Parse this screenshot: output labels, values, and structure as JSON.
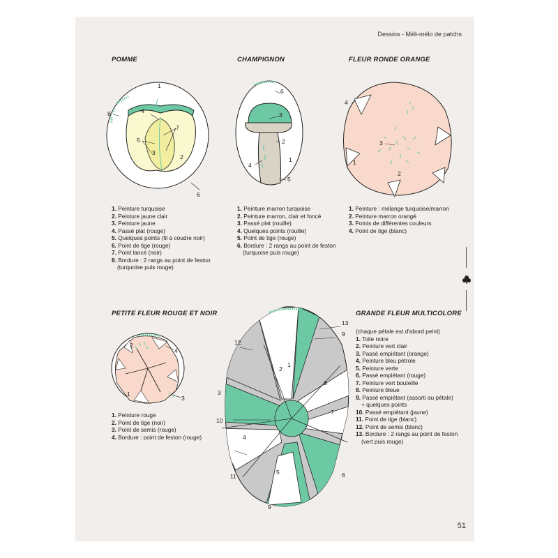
{
  "header": {
    "running_head": "Dessins - Méli-mélo de patchs"
  },
  "page_number": "51",
  "sections": {
    "pomme": {
      "title": "POMME",
      "labels": [
        "1",
        "2",
        "3",
        "4",
        "5",
        "6",
        "7",
        "8"
      ],
      "legend": [
        {
          "num": "1.",
          "text": " Peinture turquoise"
        },
        {
          "num": "2.",
          "text": " Peinture jaune clair"
        },
        {
          "num": "3.",
          "text": " Peinture jaune"
        },
        {
          "num": "4.",
          "text": " Passé plat (rouge)"
        },
        {
          "num": "5.",
          "text": " Quelques points (fil à coudre noir)"
        },
        {
          "num": "6.",
          "text": " Point de tige (rouge)"
        },
        {
          "num": "7.",
          "text": " Point lancé (noir)"
        },
        {
          "num": "8.",
          "text": " Bordure : 2 rangs au point de feston"
        }
      ],
      "legend_cont": "(turquoise puis rouge)"
    },
    "champignon": {
      "title": "CHAMPIGNON",
      "labels": [
        "1",
        "2",
        "3",
        "4",
        "5",
        "6"
      ],
      "legend": [
        {
          "num": "1.",
          "text": " Peinture marron turquoise"
        },
        {
          "num": "2.",
          "text": " Peinture marron, clair et foncé"
        },
        {
          "num": "3.",
          "text": " Passé plat (rouille)"
        },
        {
          "num": "4.",
          "text": " Quelques points (rouille)"
        },
        {
          "num": "5.",
          "text": " Point de tige (rouge)"
        },
        {
          "num": "6.",
          "text": " Bordure : 2 rangs au point de feston"
        }
      ],
      "legend_cont": "(turquoise puis rouge)"
    },
    "fleur_ronde": {
      "title": "FLEUR RONDE ORANGE",
      "labels": [
        "1",
        "2",
        "3",
        "4"
      ],
      "legend": [
        {
          "num": "1.",
          "text": " Peinture : mélange turquoise/marron"
        },
        {
          "num": "2.",
          "text": " Peinture marron orangé"
        },
        {
          "num": "3.",
          "text": " Points de différentes couleurs"
        },
        {
          "num": "4.",
          "text": " Point de tige (blanc)"
        }
      ]
    },
    "petite_fleur": {
      "title": "PETITE FLEUR ROUGE ET NOIR",
      "labels": [
        "1",
        "2",
        "3",
        "4"
      ],
      "legend": [
        {
          "num": "1.",
          "text": " Peinture rouge"
        },
        {
          "num": "2.",
          "text": " Point de tige (noir)"
        },
        {
          "num": "3.",
          "text": " Point de semis (rouge)"
        },
        {
          "num": "4.",
          "text": " Bordure : point de feston (rouge)"
        }
      ]
    },
    "grande_fleur": {
      "title": "GRANDE FLEUR MULTICOLORE",
      "labels": [
        "1",
        "2",
        "3",
        "4",
        "5",
        "6",
        "7",
        "8",
        "9",
        "10",
        "11",
        "12",
        "13"
      ],
      "intro": "(chaque pétale est d'abord peint)",
      "legend": [
        {
          "num": "1.",
          "text": " Toile noire"
        },
        {
          "num": "2.",
          "text": " Peinture vert clair"
        },
        {
          "num": "3.",
          "text": " Passé empiétant (orange)"
        },
        {
          "num": "4.",
          "text": " Peinture bleu pétrole"
        },
        {
          "num": "5.",
          "text": " Peinture verte"
        },
        {
          "num": "6.",
          "text": " Passé empiétant (rouge)"
        },
        {
          "num": "7.",
          "text": " Peinture vert bouteille"
        },
        {
          "num": "8.",
          "text": " Peinture bleue"
        },
        {
          "num": "9.",
          "text": " Passé empiétant (assorti au pétale)"
        },
        {
          "num": "10.",
          "text": " Passé empiétant (jaune)"
        },
        {
          "num": "11.",
          "text": " Point de tige (blanc)"
        },
        {
          "num": "12.",
          "text": " Point de semis (blanc)"
        },
        {
          "num": "13.",
          "text": " Bordure : 2 rangs au point de feston"
        }
      ],
      "legend_cont_9": "+ quelques points",
      "legend_cont_13": "(vert puis rouge)"
    }
  },
  "colors": {
    "page_bg": "#f1eeeb",
    "turquoise": "#6cc9a3",
    "pale_yellow": "#faf8cf",
    "yellow": "#f2eea0",
    "peach": "#f9d9cb",
    "stem_grey": "#d8d3c4",
    "petal_grey": "#c9c9c9"
  },
  "icons": [
    "clover-icon"
  ]
}
